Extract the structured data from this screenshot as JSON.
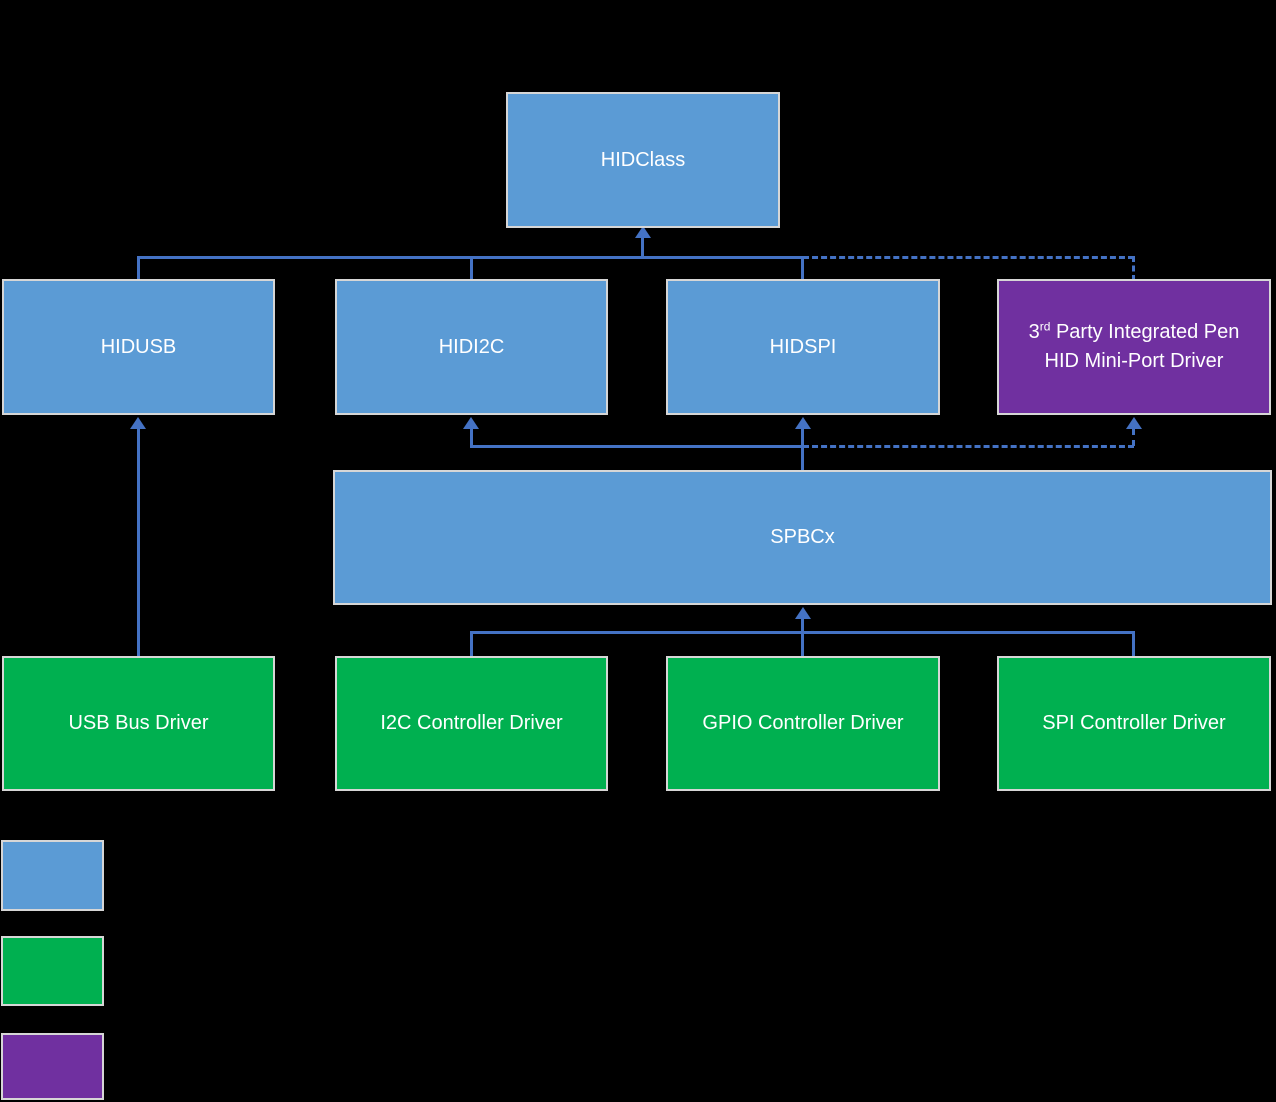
{
  "colors": {
    "node_blue": "#5B9BD5",
    "node_green": "#00B050",
    "node_purple": "#7030A0",
    "connector_blue": "#4472C4",
    "node_border": "#D6D6D6",
    "background": "#000000",
    "text": "#FFFFFF"
  },
  "nodes": {
    "hidclass": {
      "label": "HIDClass",
      "color": "#5B9BD5"
    },
    "hidusb": {
      "label": "HIDUSB",
      "color": "#5B9BD5"
    },
    "hidi2c": {
      "label": "HIDI2C",
      "color": "#5B9BD5"
    },
    "hidspi": {
      "label": "HIDSPI",
      "color": "#5B9BD5"
    },
    "pen_driver": {
      "prefix": "3",
      "superscript": "rd",
      "line1_rest": " Party Integrated Pen",
      "line2": "HID Mini-Port Driver",
      "color": "#7030A0"
    },
    "spbcx": {
      "label": "SPBCx",
      "color": "#5B9BD5"
    },
    "usb_bus_driver": {
      "label": "USB Bus Driver",
      "color": "#00B050"
    },
    "i2c_controller": {
      "label": "I2C Controller Driver",
      "color": "#00B050"
    },
    "gpio_controller": {
      "label": "GPIO Controller Driver",
      "color": "#00B050"
    },
    "spi_controller": {
      "label": "SPI Controller Driver",
      "color": "#00B050"
    }
  },
  "legend": {
    "swatches": [
      {
        "name": "blue",
        "color": "#5B9BD5"
      },
      {
        "name": "green",
        "color": "#00B050"
      },
      {
        "name": "purple",
        "color": "#7030A0"
      }
    ]
  }
}
